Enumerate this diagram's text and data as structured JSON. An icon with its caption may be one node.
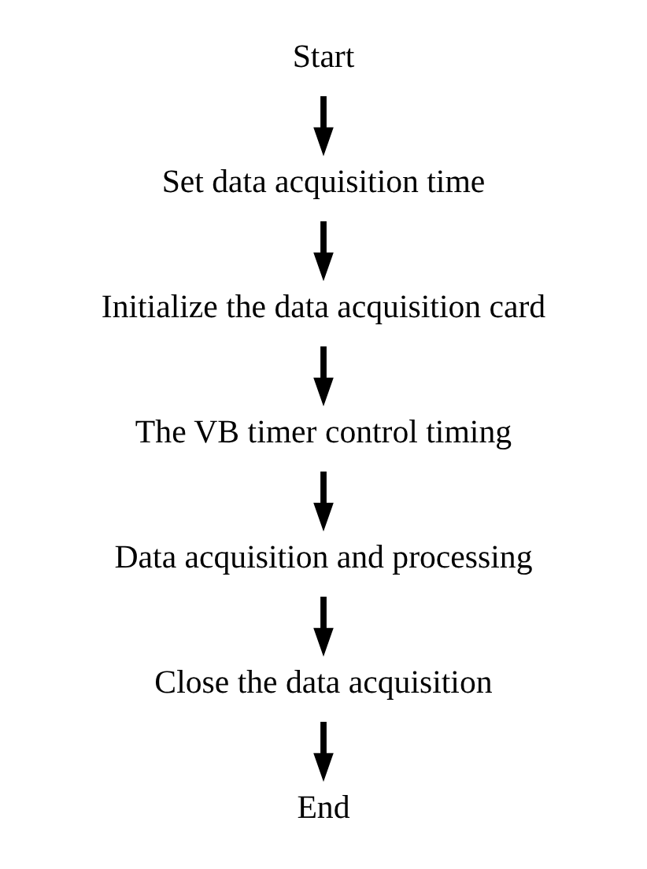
{
  "diagram": {
    "nodes": [
      {
        "text": [
          "Start"
        ]
      },
      {
        "text": [
          "Set data acquisition time"
        ]
      },
      {
        "text": [
          "Initialize the data acquisition card"
        ]
      },
      {
        "text": [
          "The VB timer control timing"
        ]
      },
      {
        "text": [
          "Data acquisition and processing"
        ]
      },
      {
        "text": [
          "Close the data acquisition"
        ]
      },
      {
        "text": [
          "End"
        ]
      }
    ],
    "edges": [
      {
        "from": 0,
        "to": 1,
        "arrow": "to"
      },
      {
        "from": 1,
        "to": 2,
        "arrow": "to"
      },
      {
        "from": 2,
        "to": 3,
        "arrow": "to"
      },
      {
        "from": 3,
        "to": 4,
        "arrow": "to"
      },
      {
        "from": 4,
        "to": 5,
        "arrow": "to"
      },
      {
        "from": 5,
        "to": 6,
        "arrow": "to"
      }
    ]
  }
}
